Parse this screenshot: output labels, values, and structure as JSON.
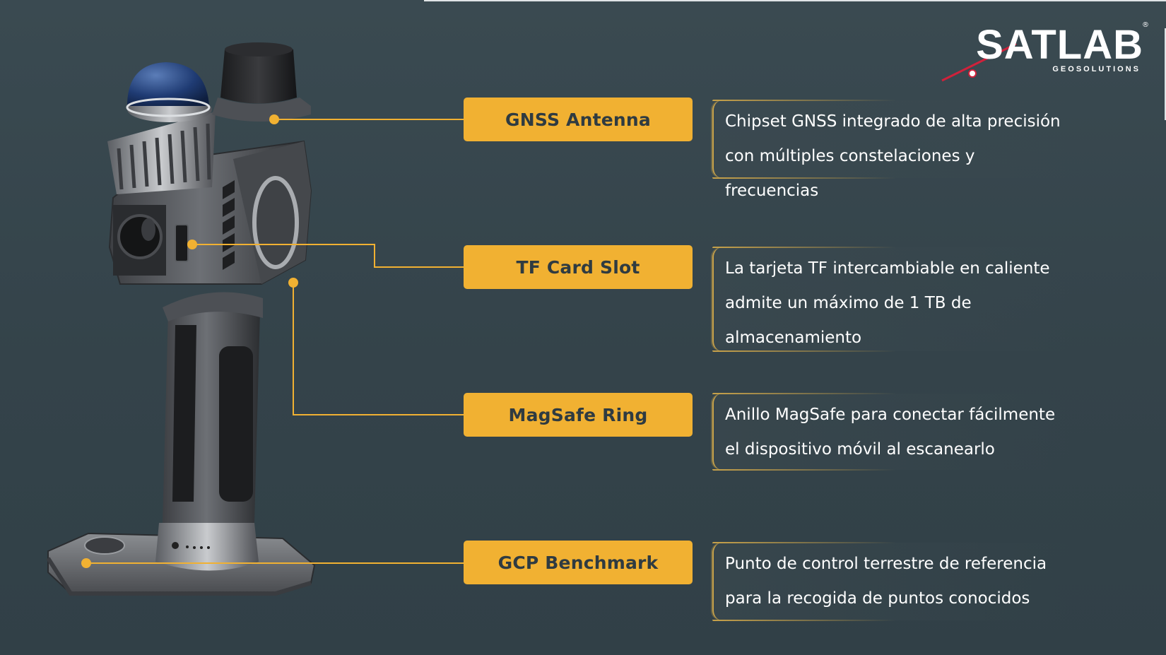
{
  "brand": {
    "name": "SATLAB",
    "tagline": "GEOSOLUTIONS",
    "registered": "®"
  },
  "colors": {
    "background": "#36454c",
    "accent": "#f1b132",
    "label_text": "#2f3b41",
    "description_text": "#ffffff"
  },
  "features": [
    {
      "label": "GNSS Antenna",
      "description": "Chipset GNSS integrado de alta precisión con múltiples constelaciones y frecuencias"
    },
    {
      "label": "TF Card Slot",
      "description": "La tarjeta TF intercambiable en caliente admite un máximo de 1 TB de almacenamiento"
    },
    {
      "label": "MagSafe Ring",
      "description": "Anillo MagSafe para conectar fácilmente el dispositivo móvil al escanearlo"
    },
    {
      "label": "GCP Benchmark",
      "description": "Punto de control terrestre de referencia para la recogida de puntos conocidos"
    }
  ]
}
